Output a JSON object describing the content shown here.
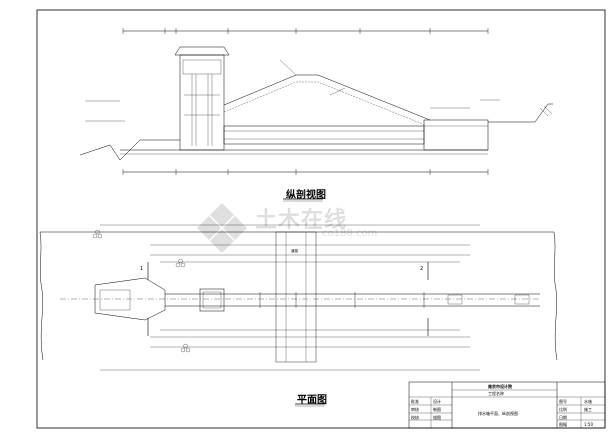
{
  "section_title": "纵剖视图",
  "plan_title": "平面图",
  "watermark": {
    "brand": "土木在线",
    "url": "co188.com"
  },
  "annotations": {
    "road": "道路",
    "mark_1": "1",
    "mark_2": "2"
  },
  "title_block": {
    "company": "南京市设计院",
    "project": "工程名称",
    "drawing": "排水箱平面、纵剖视图",
    "row_labels": [
      "批准",
      "审核",
      "校核"
    ],
    "row_labels_2": [
      "设计",
      "制图",
      "描图"
    ],
    "right_labels": [
      "图号",
      "比例",
      "日期",
      "图幅"
    ],
    "right_values": [
      "水施",
      "施工",
      "",
      "1:50"
    ]
  }
}
